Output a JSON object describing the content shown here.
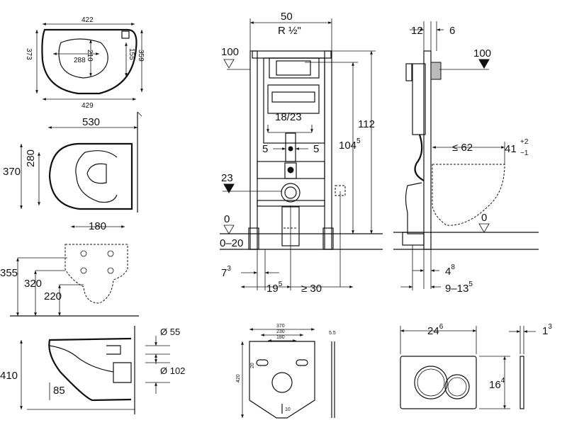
{
  "seat": {
    "w_top": "422",
    "w_bottom": "429",
    "depth": "373",
    "depth2": "359",
    "hole_w": "288",
    "hole_d": "210",
    "hole_r": "155"
  },
  "bowl_side": {
    "length": "530",
    "height": "370",
    "inner": "280"
  },
  "bowl_front": {
    "width": "180",
    "h1": "355",
    "h2": "320",
    "h3": "220"
  },
  "bowl_section": {
    "height": "410",
    "offset": "85",
    "d1": "Ø 55",
    "d2": "Ø 102"
  },
  "frame": {
    "width": "50",
    "thread": "R ½\"",
    "left_level": "100",
    "height_total": "112",
    "h_mount_base": "104",
    "h_mount_sup": "5",
    "spacing": "18/23",
    "offset_l": "5",
    "offset_r": "5",
    "supply_level": "23",
    "floor_level": "0",
    "floor_range": "0–20",
    "dim_a_base": "7",
    "dim_a_sup": "3",
    "dim_b_base": "19",
    "dim_b_sup": "5",
    "dim_c": "≥ 30"
  },
  "frame_side": {
    "top_a": "12",
    "top_b": "6",
    "level_right": "100",
    "bowl_dist": "≤ 62",
    "h_base": "41",
    "h_plus": "+2",
    "h_minus": "−1",
    "floor_level": "0",
    "dim_d_base": "4",
    "dim_d_sup": "8",
    "dim_e_base": "9–13",
    "dim_e_sup": "5"
  },
  "mat": {
    "w1": "370",
    "w2": "230",
    "w3": "180",
    "side": "20",
    "height": "420",
    "edge": "10",
    "thick": "5.5"
  },
  "plate": {
    "w_base": "24",
    "w_sup": "6",
    "h_base": "16",
    "h_sup": "4",
    "d_base": "1",
    "d_sup": "3"
  }
}
